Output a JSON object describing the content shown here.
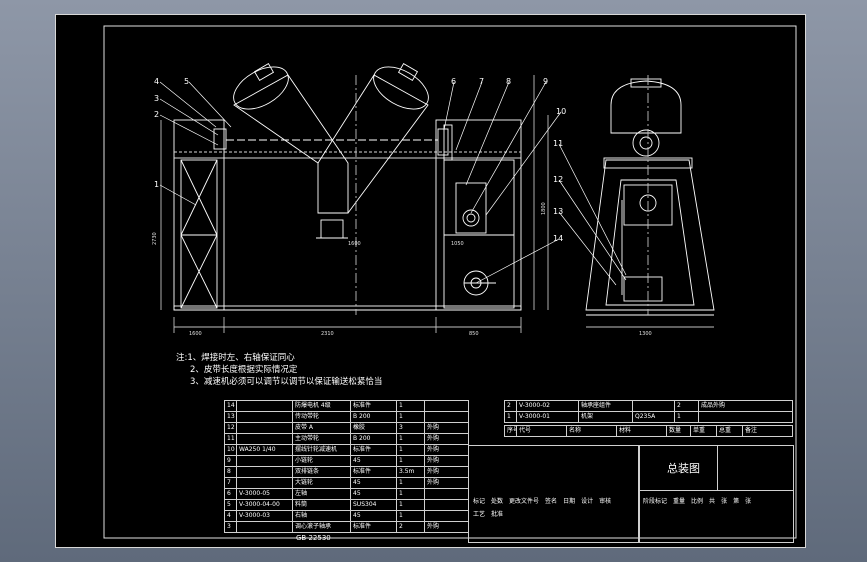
{
  "balloons": [
    "1",
    "2",
    "3",
    "4",
    "5",
    "6",
    "7",
    "8",
    "9",
    "10",
    "11",
    "12",
    "13",
    "14"
  ],
  "dims": {
    "front_bottom": [
      "1600",
      "2310",
      "850"
    ],
    "front_inner": [
      "1600",
      "1050"
    ],
    "side_bottom": "1300",
    "left_height": "2730",
    "right_height": "1800"
  },
  "notes": [
    "注:1、焊接时左、右轴保证同心",
    "2、皮带长度根据实际情况定",
    "3、减速机必须可以调节以调节以保证输送松紧恰当"
  ],
  "bom_left": [
    {
      "no": "14",
      "code": "",
      "name": "防爆电机 4级",
      "mat": "标准件",
      "qty": "1",
      "note": ""
    },
    {
      "no": "13",
      "code": "",
      "name": "传动带轮",
      "mat": "B 200",
      "qty": "1",
      "note": ""
    },
    {
      "no": "12",
      "code": "",
      "name": "皮带 A",
      "mat": "橡胶",
      "qty": "3",
      "note": "外购"
    },
    {
      "no": "11",
      "code": "",
      "name": "主动带轮",
      "mat": "B 200",
      "qty": "1",
      "note": "外购"
    },
    {
      "no": "10",
      "code": "WA250 1/40",
      "name": "摆线针轮减速机",
      "mat": "标准件",
      "qty": "1",
      "note": "外购"
    },
    {
      "no": "9",
      "code": "",
      "name": "小链轮",
      "mat": "45",
      "qty": "1",
      "note": "外购"
    },
    {
      "no": "8",
      "code": "",
      "name": "双排链条",
      "mat": "标准件",
      "qty": "3.5m",
      "note": "外购"
    },
    {
      "no": "7",
      "code": "",
      "name": "大链轮",
      "mat": "45",
      "qty": "1",
      "note": "外购"
    },
    {
      "no": "6",
      "code": "V-3000-05",
      "name": "左轴",
      "mat": "45",
      "qty": "1",
      "note": ""
    },
    {
      "no": "5",
      "code": "V-3000-04-00",
      "name": "料筒",
      "mat": "SUS304",
      "qty": "1",
      "note": ""
    },
    {
      "no": "4",
      "code": "V-3000-03",
      "name": "右轴",
      "mat": "45",
      "qty": "1",
      "note": ""
    },
    {
      "no": "3",
      "code": "",
      "name": "调心滚子轴承",
      "mat": "标准件",
      "qty": "2",
      "note": "外购"
    }
  ],
  "bom_left_extra": "GB 22530",
  "bom_right_rows": [
    {
      "no": "2",
      "code": "V-3000-02",
      "name": "轴承座组件",
      "qty": "2",
      "note": "成品外购"
    },
    {
      "no": "1",
      "code": "V-3000-01",
      "name": "机架",
      "mat": "Q235A",
      "qty": "1",
      "note": ""
    }
  ],
  "bom_header": [
    "序号",
    "代号",
    "名称",
    "材料",
    "数量",
    "单重",
    "总重",
    "备注"
  ],
  "title_block": {
    "drawing_title": "总装图",
    "labels": [
      "标记",
      "处数",
      "更改文件号",
      "签名",
      "日期",
      "设计",
      "审核",
      "工艺",
      "批准",
      "阶段标记",
      "重量",
      "比例",
      "共",
      "张",
      "第",
      "张"
    ]
  }
}
